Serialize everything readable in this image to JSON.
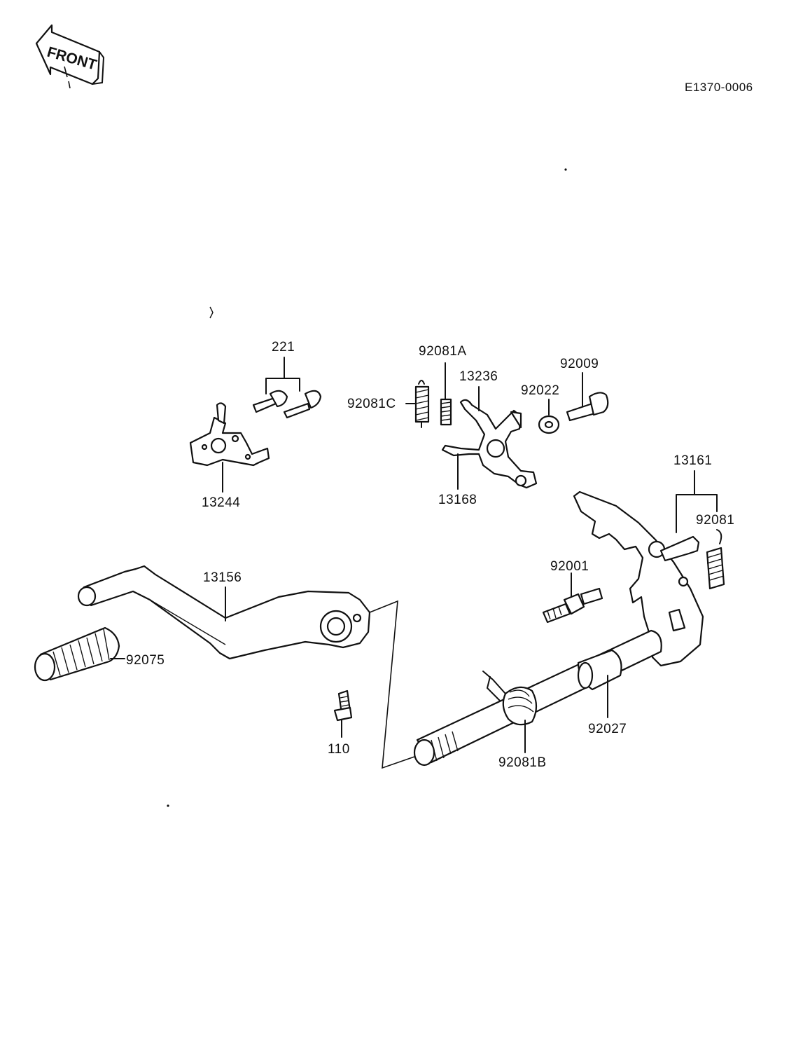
{
  "diagram_code": "E1370-0006",
  "front_badge": "FRONT",
  "parts": {
    "p221": "221",
    "p92081A": "92081A",
    "p92009": "92009",
    "p13236": "13236",
    "p92022": "92022",
    "p92081C": "92081C",
    "p13244": "13244",
    "p13168": "13168",
    "p13161": "13161",
    "p92081": "92081",
    "p92001": "92001",
    "p13156": "13156",
    "p92075": "92075",
    "p110": "110",
    "p92027": "92027",
    "p92081B": "92081B"
  }
}
